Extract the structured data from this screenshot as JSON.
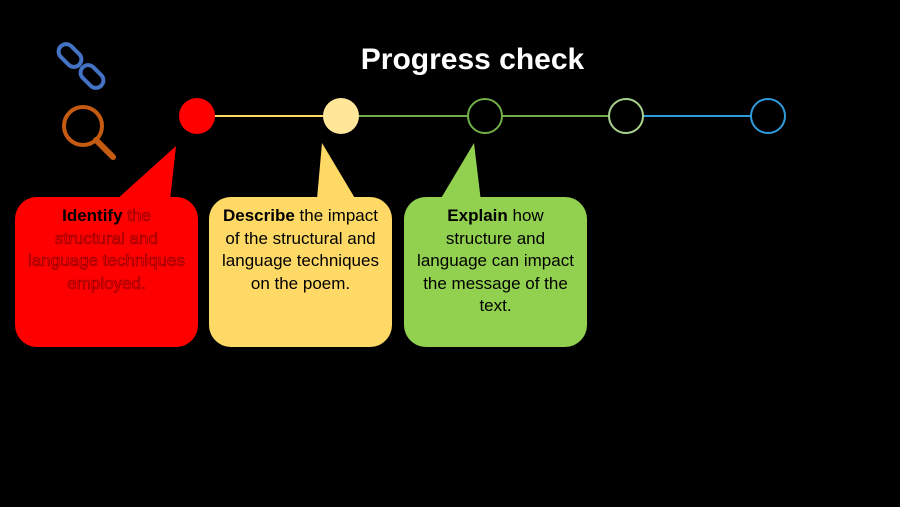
{
  "title": "Progress check",
  "icons": {
    "top": "link-icon",
    "bottom": "magnifier-icon"
  },
  "timeline": {
    "stages": [
      {
        "name": "stage-1",
        "state": "filled",
        "color": "#ff0000"
      },
      {
        "name": "stage-2",
        "state": "filled",
        "color": "#ffe699"
      },
      {
        "name": "stage-3",
        "state": "outline",
        "color": "#70ad47"
      },
      {
        "name": "stage-4",
        "state": "outline",
        "color": "#a9d18e"
      },
      {
        "name": "stage-5",
        "state": "outline",
        "color": "#2e9bdc"
      }
    ],
    "connector_colors": [
      "#ffd966",
      "#70ad47",
      "#70ad47",
      "#2e9bdc"
    ]
  },
  "cards": [
    {
      "keyword": "Identify",
      "text": " the structural and language techniques employed.",
      "color": "#ff0000"
    },
    {
      "keyword": "Describe",
      "text": " the impact of the structural and language techniques on the poem.",
      "color": "#ffd966"
    },
    {
      "keyword": "Explain",
      "text": " how structure and language can impact the message of the text.",
      "color": "#92d050"
    }
  ]
}
